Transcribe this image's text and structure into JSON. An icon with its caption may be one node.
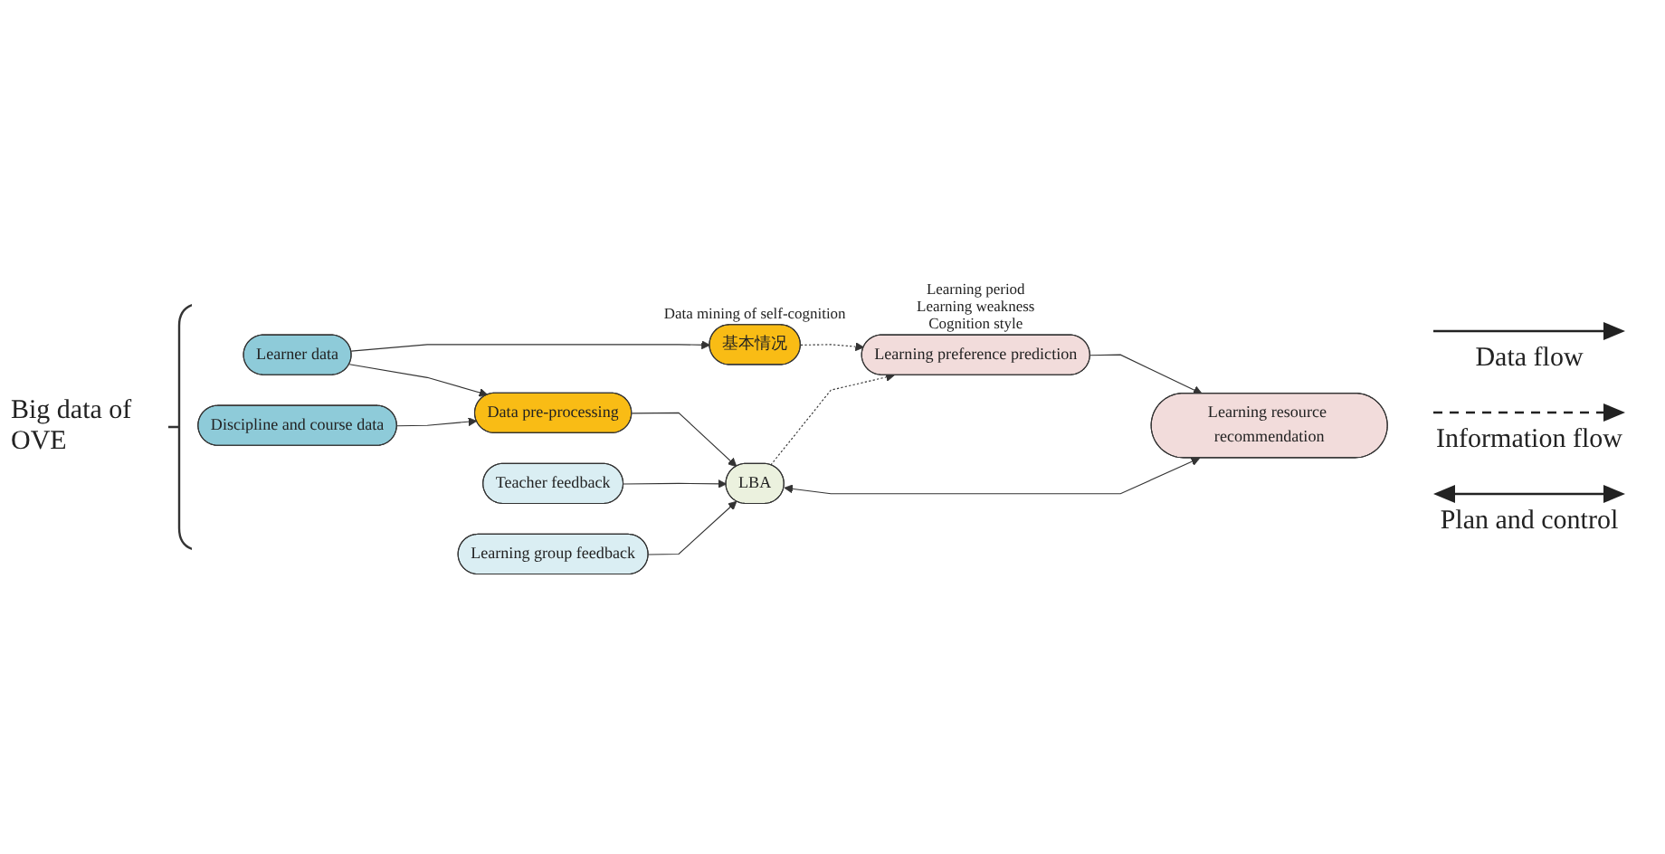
{
  "diagram": {
    "nodes": [
      {
        "text": [
          "Learner data"
        ]
      },
      {
        "text": [
          "Discipline and course data"
        ]
      },
      {
        "text": [
          "基本情况"
        ],
        "beside": [
          "Data mining of self-cognition"
        ]
      },
      {
        "text": [
          "Data pre-processing"
        ]
      },
      {
        "text": [
          "Teacher feedback"
        ]
      },
      {
        "text": [
          "Learning group feedback"
        ]
      },
      {
        "text": [
          "LBA"
        ]
      },
      {
        "text": [
          "Learning preference prediction"
        ],
        "beside": [
          "Learning period",
          "Learning weakness",
          "Cognition style"
        ]
      },
      {
        "text": [
          "Learning resource recommendation"
        ]
      }
    ],
    "edges": [
      {
        "from": 0,
        "to": 2,
        "arrow": "to"
      },
      {
        "from": 0,
        "to": 3,
        "arrow": "to"
      },
      {
        "from": 1,
        "to": 3,
        "arrow": "to"
      },
      {
        "from": 2,
        "to": 7,
        "arrow": "to",
        "style": "dashed"
      },
      {
        "from": 3,
        "to": 6,
        "arrow": "to"
      },
      {
        "from": 4,
        "to": 6,
        "arrow": "to"
      },
      {
        "from": 5,
        "to": 6,
        "arrow": "to"
      },
      {
        "from": 6,
        "to": 7,
        "arrow": "to",
        "style": "dashed"
      },
      {
        "from": 7,
        "to": 8,
        "arrow": "to"
      },
      {
        "from": 6,
        "to": 8,
        "arrow": "both"
      }
    ],
    "labels": [
      "Big data of OVE"
    ],
    "legend": [
      {
        "text": "Data flow"
      },
      {
        "text": "Information flow"
      },
      {
        "text": "Plan and control"
      }
    ]
  }
}
